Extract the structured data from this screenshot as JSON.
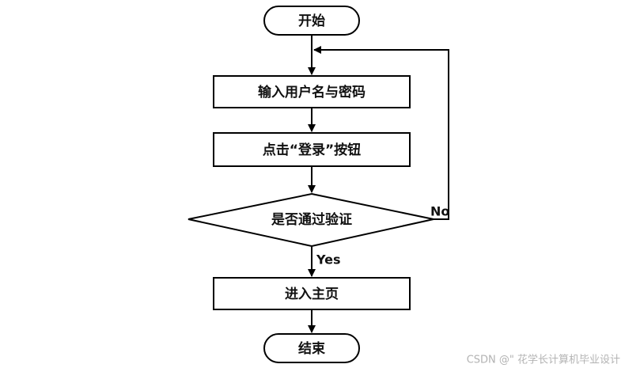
{
  "diagram": {
    "nodes": {
      "start": "开始",
      "input": "输入用户名与密码",
      "click": "点击“登录”按钮",
      "decision": "是否通过验证",
      "home": "进入主页",
      "end": "结束"
    },
    "edges": {
      "yes": "Yes",
      "no": "No"
    }
  },
  "watermark": "CSDN @\" 花学长计算机毕业设计"
}
